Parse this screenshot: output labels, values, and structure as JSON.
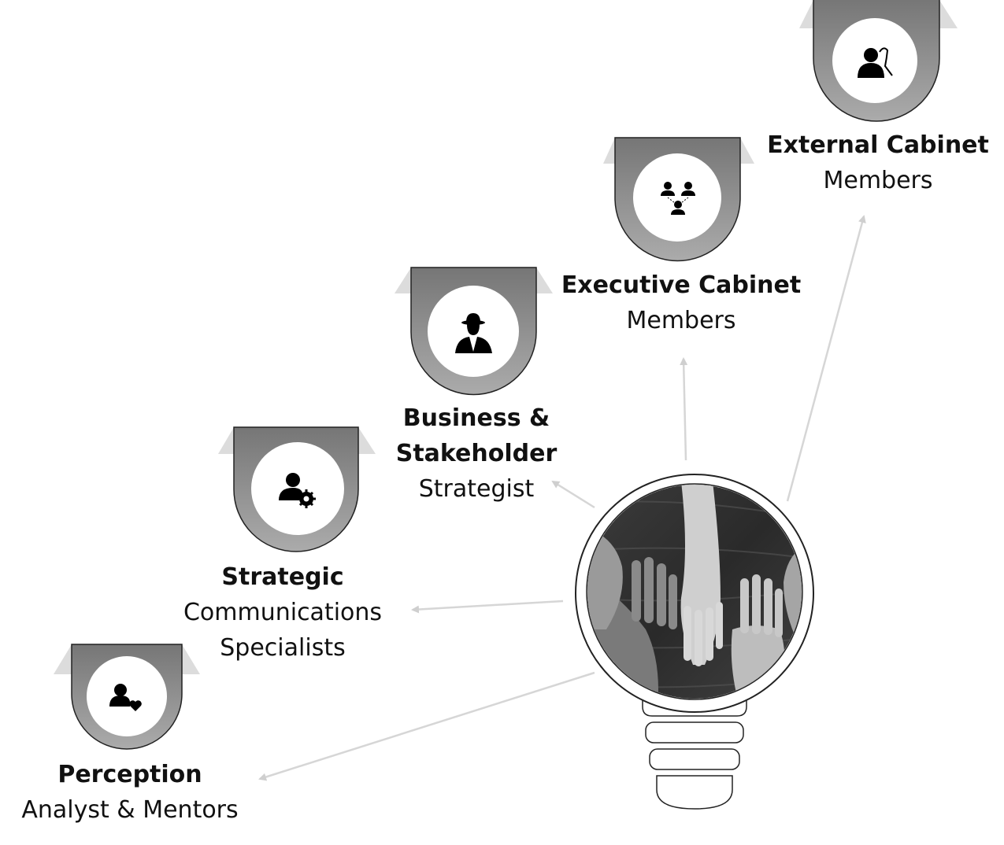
{
  "nodes": [
    {
      "id": "perception",
      "icon": "person-heart-icon",
      "title": "Perception",
      "subtitle": [
        "Analyst & Mentors"
      ]
    },
    {
      "id": "strategic",
      "icon": "person-gear-icon",
      "title": "Strategic",
      "subtitle": [
        "Communications",
        "Specialists"
      ]
    },
    {
      "id": "business",
      "icon": "agent-hat-icon",
      "title": "Business &",
      "title2": "Stakeholder",
      "subtitle": [
        "Strategist"
      ]
    },
    {
      "id": "executive",
      "icon": "group-network-icon",
      "title": "Executive Cabinet",
      "subtitle": [
        "Members"
      ]
    },
    {
      "id": "external",
      "icon": "person-cane-icon",
      "title": "External Cabinet",
      "subtitle": [
        "Members"
      ]
    }
  ],
  "center": {
    "image": "hands-together-photo",
    "shape": "light-bulb"
  },
  "colors": {
    "badge_top": "#7a7a7a",
    "badge_bottom": "#a8a8a8",
    "wing": "#dcdcdc",
    "arrow": "#d6d6d6",
    "outline": "#222222"
  }
}
